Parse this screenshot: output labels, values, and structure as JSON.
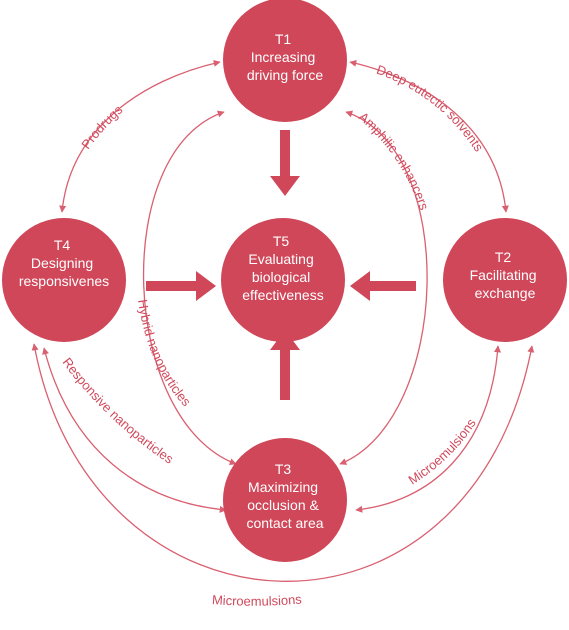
{
  "colors": {
    "node_fill": "#cf4759",
    "edge": "#d96070",
    "label": "#d04a5c",
    "node_text": "#ffffff"
  },
  "nodes": {
    "t1": {
      "id": "T1",
      "lines": [
        "Increasing",
        "driving force"
      ]
    },
    "t2": {
      "id": "T2",
      "lines": [
        "Facilitating",
        "exchange"
      ]
    },
    "t3": {
      "id": "T3",
      "lines": [
        "Maximizing",
        "occlusion &",
        "contact area"
      ]
    },
    "t4": {
      "id": "T4",
      "lines": [
        "Designing",
        "responsivenes"
      ]
    },
    "t5": {
      "id": "T5",
      "lines": [
        "Evaluating",
        "biological",
        "effectiveness"
      ]
    }
  },
  "edges": {
    "prodrugs": "Prodrugs",
    "deep_eutectic": "Deep eutectic solvents",
    "amphilic": "Amphilic enhancers",
    "hybrid": "Hybrid nanoparticles",
    "responsive": "Responsive nanoparticles",
    "micro_right": "Microemulsions",
    "micro_bottom": "Microemulsions"
  }
}
